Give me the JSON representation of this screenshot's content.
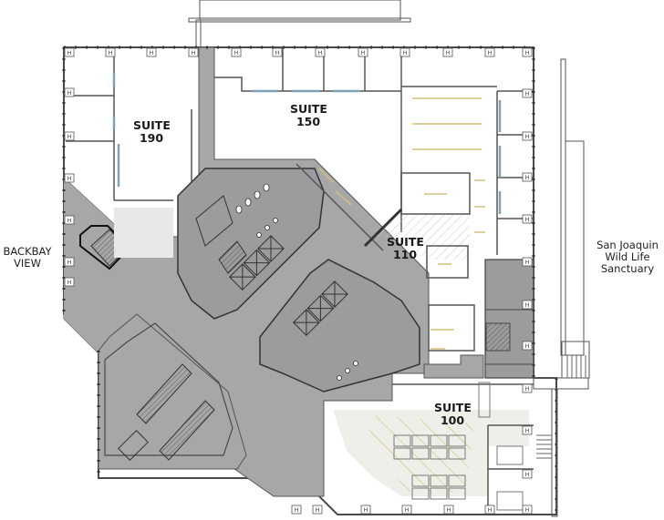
{
  "plan": {
    "type": "floor-plan",
    "colors": {
      "core_gray": "#a6a7a9",
      "dark_gray": "#9b9c9e",
      "wall": "#4a4a4a",
      "window_blue": "#7fa3b5",
      "light_fixture": "#d4c07a",
      "hatch": "#c9c3b3",
      "suite100_fill": "#efefea"
    }
  },
  "suites": [
    {
      "id": "190",
      "line1": "SUITE",
      "line2": "190"
    },
    {
      "id": "150",
      "line1": "SUITE",
      "line2": "150"
    },
    {
      "id": "110",
      "line1": "SUITE",
      "line2": "110"
    },
    {
      "id": "100",
      "line1": "SUITE",
      "line2": "100"
    }
  ],
  "views": {
    "west": {
      "line1": "BACKBAY",
      "line2": "VIEW"
    },
    "east": {
      "line1": "San Joaquin",
      "line2": "Wild Life",
      "line3": "Sanctuary"
    }
  },
  "markers": {
    "column_label": "H"
  }
}
